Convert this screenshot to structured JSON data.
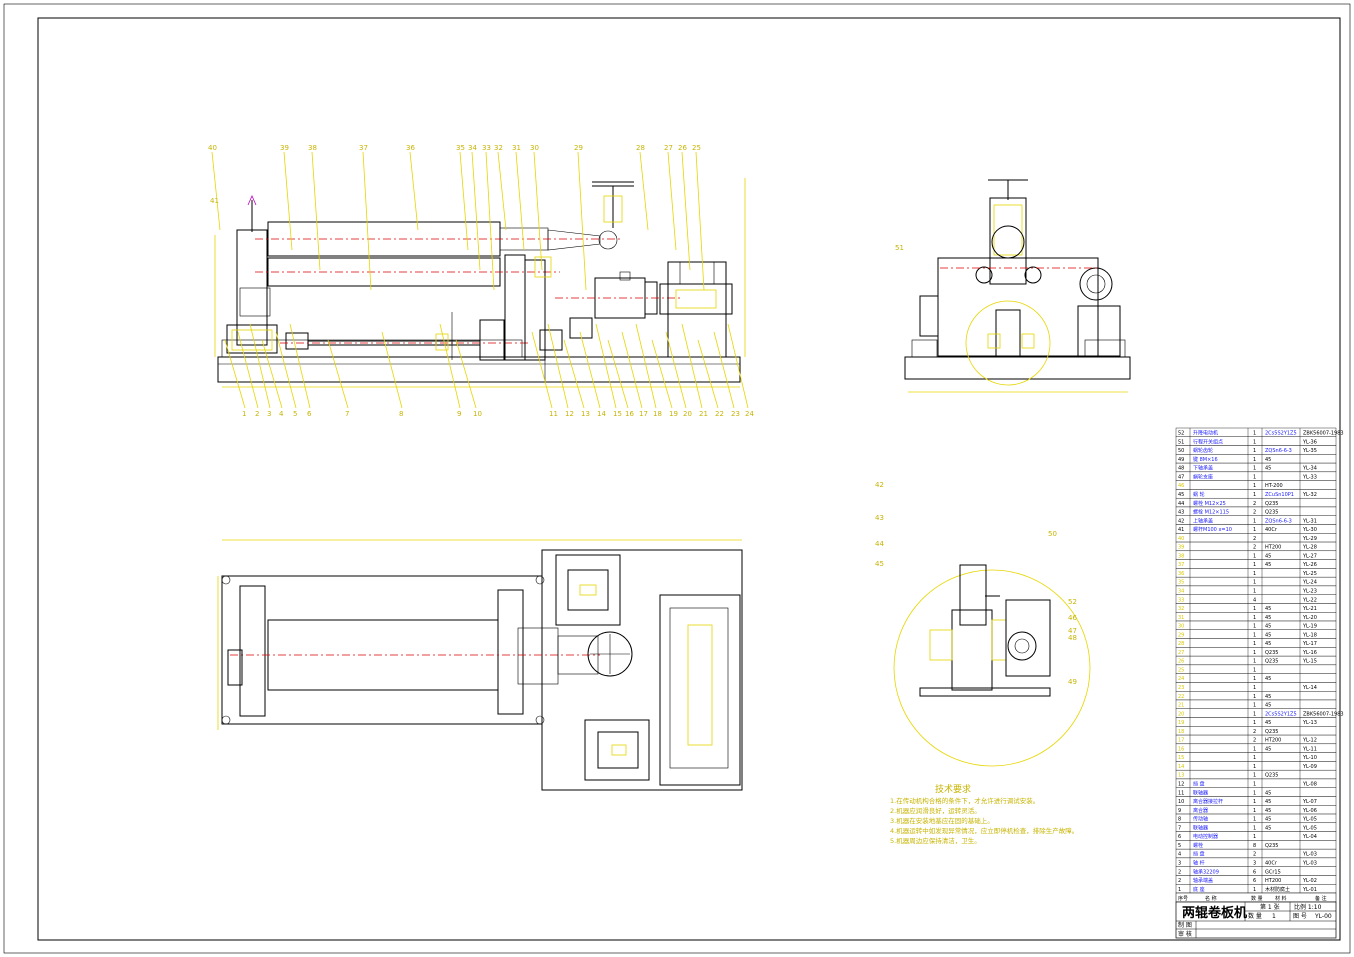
{
  "title_block": {
    "drawing_name": "两辊卷板机",
    "sheet_label": "第 1 张",
    "scale_label": "比例 1:10",
    "qty_label": "数 量",
    "qty_value": "1",
    "drawing_no_label": "图 号",
    "drawing_no": "YL-00",
    "drawn_label": "制 图",
    "checked_label": "审 核"
  },
  "table_header": {
    "col_no": "序号",
    "col_name": "名 称",
    "col_qty": "数 量",
    "col_material": "材 料",
    "col_remark": "备 注"
  },
  "parts": [
    {
      "no": "52",
      "name": "升降电动机",
      "qty": "1",
      "material": "2Cs5S2Y1Z5",
      "remark": "ZBK56007-1983"
    },
    {
      "no": "51",
      "name": "行程开关组点",
      "qty": "1",
      "material": "",
      "remark": "YL-36"
    },
    {
      "no": "50",
      "name": "蜗轮齿轮",
      "qty": "1",
      "material": "ZQSn6-6-3",
      "remark": "YL-35"
    },
    {
      "no": "49",
      "name": "键 8M×16",
      "qty": "1",
      "material": "45",
      "remark": ""
    },
    {
      "no": "48",
      "name": "下轴承盖",
      "qty": "1",
      "material": "45",
      "remark": "YL-34"
    },
    {
      "no": "47",
      "name": "蜗轮支座",
      "qty": "1",
      "material": "",
      "remark": "YL-33"
    },
    {
      "no": "46",
      "name": "",
      "qty": "1",
      "material": "HT-200",
      "remark": ""
    },
    {
      "no": "45",
      "name": "蜗 轮",
      "qty": "1",
      "material": "ZCuSn10P1",
      "remark": "YL-32"
    },
    {
      "no": "44",
      "name": "螺栓 M12×25",
      "qty": "2",
      "material": "Q235",
      "remark": ""
    },
    {
      "no": "43",
      "name": "螺栓 M12×115",
      "qty": "2",
      "material": "Q235",
      "remark": ""
    },
    {
      "no": "42",
      "name": "上轴承盖",
      "qty": "1",
      "material": "ZQSn6-6-3",
      "remark": "YL-31"
    },
    {
      "no": "41",
      "name": "螺杆M100 x=10",
      "qty": "1",
      "material": "40Cr",
      "remark": "YL-30"
    },
    {
      "no": "40",
      "name": "",
      "qty": "2",
      "material": "",
      "remark": "YL-29"
    },
    {
      "no": "39",
      "name": "",
      "qty": "2",
      "material": "HT200",
      "remark": "YL-28"
    },
    {
      "no": "38",
      "name": "",
      "qty": "1",
      "material": "45",
      "remark": "YL-27"
    },
    {
      "no": "37",
      "name": "",
      "qty": "1",
      "material": "45",
      "remark": "YL-26"
    },
    {
      "no": "36",
      "name": "",
      "qty": "1",
      "material": "",
      "remark": "YL-25"
    },
    {
      "no": "35",
      "name": "",
      "qty": "1",
      "material": "",
      "remark": "YL-24"
    },
    {
      "no": "34",
      "name": "",
      "qty": "1",
      "material": "",
      "remark": "YL-23"
    },
    {
      "no": "33",
      "name": "",
      "qty": "4",
      "material": "",
      "remark": "YL-22"
    },
    {
      "no": "32",
      "name": "",
      "qty": "1",
      "material": "45",
      "remark": "YL-21"
    },
    {
      "no": "31",
      "name": "",
      "qty": "1",
      "material": "45",
      "remark": "YL-20"
    },
    {
      "no": "30",
      "name": "",
      "qty": "1",
      "material": "45",
      "remark": "YL-19"
    },
    {
      "no": "29",
      "name": "",
      "qty": "1",
      "material": "45",
      "remark": "YL-18"
    },
    {
      "no": "28",
      "name": "",
      "qty": "1",
      "material": "45",
      "remark": "YL-17"
    },
    {
      "no": "27",
      "name": "",
      "qty": "1",
      "material": "Q235",
      "remark": "YL-16"
    },
    {
      "no": "26",
      "name": "",
      "qty": "1",
      "material": "Q235",
      "remark": "YL-15"
    },
    {
      "no": "25",
      "name": "",
      "qty": "1",
      "material": "",
      "remark": ""
    },
    {
      "no": "24",
      "name": "",
      "qty": "1",
      "material": "45",
      "remark": ""
    },
    {
      "no": "23",
      "name": "",
      "qty": "1",
      "material": "",
      "remark": "YL-14"
    },
    {
      "no": "22",
      "name": "",
      "qty": "1",
      "material": "45",
      "remark": ""
    },
    {
      "no": "21",
      "name": "",
      "qty": "1",
      "material": "45",
      "remark": ""
    },
    {
      "no": "20",
      "name": "",
      "qty": "1",
      "material": "2Cs5S2Y1Z5",
      "remark": "ZBK56007-1983"
    },
    {
      "no": "19",
      "name": "",
      "qty": "1",
      "material": "45",
      "remark": "YL-13"
    },
    {
      "no": "18",
      "name": "",
      "qty": "2",
      "material": "Q235",
      "remark": ""
    },
    {
      "no": "17",
      "name": "",
      "qty": "2",
      "material": "HT200",
      "remark": "YL-12"
    },
    {
      "no": "16",
      "name": "",
      "qty": "1",
      "material": "45",
      "remark": "YL-11"
    },
    {
      "no": "15",
      "name": "",
      "qty": "1",
      "material": "",
      "remark": "YL-10"
    },
    {
      "no": "14",
      "name": "",
      "qty": "1",
      "material": "",
      "remark": "YL-09"
    },
    {
      "no": "13",
      "name": "",
      "qty": "1",
      "material": "Q235",
      "remark": ""
    },
    {
      "no": "12",
      "name": "挡 盘",
      "qty": "1",
      "material": "",
      "remark": "YL-08"
    },
    {
      "no": "11",
      "name": "联轴器",
      "qty": "1",
      "material": "45",
      "remark": ""
    },
    {
      "no": "10",
      "name": "离合器接拉杆",
      "qty": "1",
      "material": "45",
      "remark": "YL-07"
    },
    {
      "no": "9",
      "name": "离合器",
      "qty": "1",
      "material": "45",
      "remark": "YL-06"
    },
    {
      "no": "8",
      "name": "传动轴",
      "qty": "1",
      "material": "45",
      "remark": "YL-05"
    },
    {
      "no": "7",
      "name": "联轴器",
      "qty": "1",
      "material": "45",
      "remark": "YL-05"
    },
    {
      "no": "6",
      "name": "电动控制器",
      "qty": "1",
      "material": "",
      "remark": "YL-04"
    },
    {
      "no": "5",
      "name": "螺栓",
      "qty": "8",
      "material": "Q235",
      "remark": ""
    },
    {
      "no": "4",
      "name": "挡 盘",
      "qty": "2",
      "material": "",
      "remark": "YL-03"
    },
    {
      "no": "3",
      "name": "轴 杆",
      "qty": "3",
      "material": "40Cr",
      "remark": "YL-03"
    },
    {
      "no": "2",
      "name": "轴承32209",
      "qty": "6",
      "material": "GCr15",
      "remark": ""
    },
    {
      "no": "2",
      "name": "轴承端盖",
      "qty": "6",
      "material": "HT200",
      "remark": "YL-02"
    },
    {
      "no": "1",
      "name": "底 座",
      "qty": "1",
      "material": "木材防腐土",
      "remark": "YL-01"
    }
  ],
  "tech_req": {
    "title": "技术要求",
    "items": [
      "1.在传动机构合格的条件下，才允许进行调试安装。",
      "2.机器应润滑良好，运转灵活。",
      "3.机器在安装地基应在固的基础上。",
      "4.机器运转中如发现异常情况，应立即停机检查，排除生产故障。",
      "5.机器周边应保持清洁，卫生。"
    ]
  },
  "balloons": {
    "top_row": [
      "40",
      "39",
      "38",
      "37",
      "36",
      "35",
      "34",
      "33",
      "32",
      "31",
      "30",
      "29",
      "28",
      "27",
      "26",
      "25"
    ],
    "bottom_row": [
      "1",
      "2",
      "3",
      "4",
      "5",
      "6",
      "7",
      "8",
      "9",
      "10",
      "11",
      "12",
      "13",
      "14",
      "15",
      "16",
      "17",
      "18",
      "19",
      "20",
      "21",
      "22",
      "23",
      "24"
    ],
    "side": [
      "41",
      "42",
      "43",
      "44",
      "45",
      "46",
      "47",
      "48",
      "49",
      "50",
      "51",
      "52"
    ]
  }
}
